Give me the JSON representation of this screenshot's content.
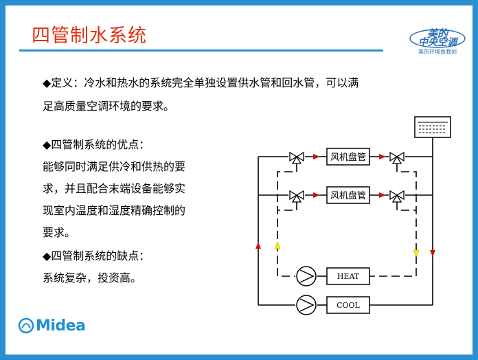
{
  "slide": {
    "title": "四管制水系统",
    "logo": {
      "main": "美的中央空调",
      "line1": "美的",
      "line2": "中央空调",
      "sub": "美的环境由我创"
    },
    "brand": "Midea"
  },
  "content": {
    "definition": [
      "◆定义：冷水和热水的系统完全单独设置供水管和回水管，可以满",
      "足高质量空调环境的要求。"
    ],
    "advantages_title": "◆四管制系统的优点：",
    "advantages": [
      "能够同时满足供冷和供热的要",
      "求，并且配合末端设备能够实",
      "现室内温度和湿度精确控制的",
      "要求。"
    ],
    "disadvantages_title": "◆四管制系统的缺点：",
    "disadvantages": "系统复杂，投资高。"
  },
  "diagram": {
    "coil1": "风机盘管",
    "coil2": "风机盘管",
    "heat": "HEAT",
    "cool": "COOL"
  },
  "colors": {
    "frame": "#2a8fd0",
    "title": "#e03010",
    "arrow_red": "#cc1111",
    "arrow_yellow": "#ffee00"
  }
}
